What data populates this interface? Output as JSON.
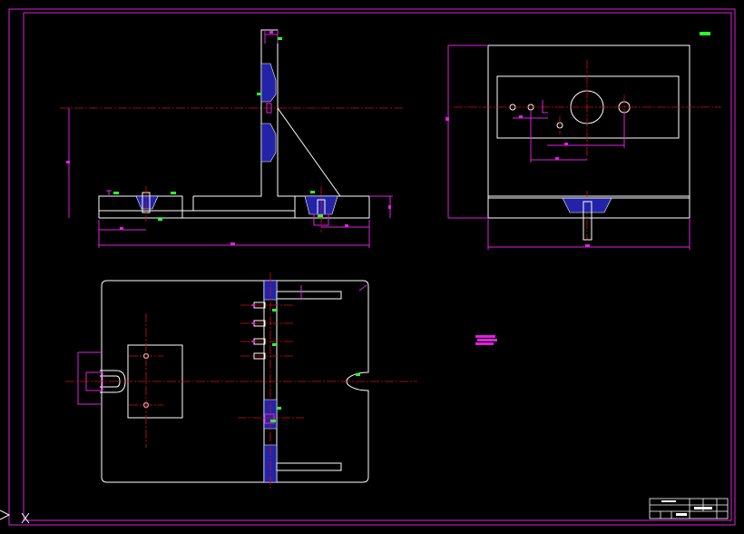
{
  "drawing": {
    "background": "#000000",
    "line_colors": {
      "outline": "#ffffff",
      "dimension": "#e020e0",
      "centerline": "#d01010",
      "roughness": "#2cff2c",
      "section_hatch": "#2323a8"
    }
  },
  "views": {
    "front": "front-view",
    "side": "side-view",
    "top": "top-view"
  },
  "title_block": {
    "title": "",
    "company": ""
  }
}
